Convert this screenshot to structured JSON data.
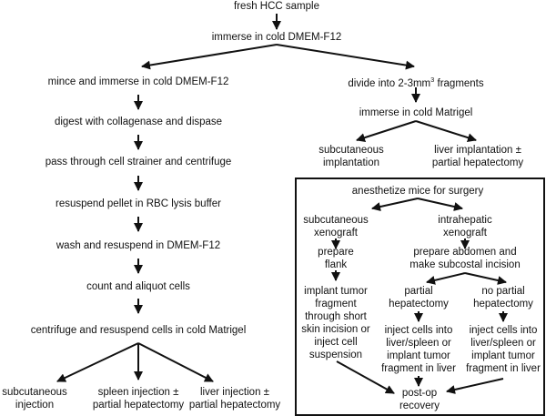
{
  "diagram": {
    "type": "flowchart",
    "title": "",
    "top": {
      "start": "fresh HCC sample",
      "step2": "immerse in cold DMEM-F12"
    },
    "cell_branch": {
      "steps": [
        "mince and immerse in cold DMEM-F12",
        "digest with collagenase and dispase",
        "pass through cell strainer and centrifuge",
        "resuspend pellet in RBC lysis buffer",
        "wash and resuspend in DMEM-F12",
        "count and aliquot cells",
        "centrifuge and resuspend cells in cold Matrigel"
      ],
      "outcomes": [
        {
          "line1": "subcutaneous",
          "line2": "injection"
        },
        {
          "line1": "spleen injection ±",
          "line2": "partial hepatectomy"
        },
        {
          "line1": "liver injection ±",
          "line2": "partial hepatectomy"
        }
      ]
    },
    "fragment_branch": {
      "step1_pre": "divide into 2-3mm",
      "step1_sup": "3",
      "step1_post": " fragments",
      "step2": "immerse in cold Matrigel",
      "outcomes": [
        {
          "line1": "subcutaneous",
          "line2": "implantation"
        },
        {
          "line1": "liver implantation ±",
          "line2": "partial hepatectomy"
        }
      ]
    },
    "surgery_box": {
      "start": "anesthetize mice for surgery",
      "subcutaneous": {
        "title": [
          "subcutaneous",
          "xenograft"
        ],
        "prepare": [
          "prepare",
          "flank"
        ],
        "implant": [
          "implant tumor",
          "fragment",
          "through short",
          "skin incision or",
          "inject cell",
          "suspension"
        ]
      },
      "intrahepatic": {
        "title": [
          "intrahepatic",
          "xenograft"
        ],
        "prepare": [
          "prepare abdomen and",
          "make subcostal incision"
        ],
        "partial": {
          "title": [
            "partial",
            "hepatectomy"
          ],
          "action": [
            "inject cells into",
            "liver/spleen or",
            "implant tumor",
            "fragment in liver"
          ]
        },
        "no_partial": {
          "title": [
            "no partial",
            "hepatectomy"
          ],
          "action": [
            "inject cells into",
            "liver/spleen or",
            "implant tumor",
            "fragment in liver"
          ]
        }
      },
      "end": [
        "post-op",
        "recovery"
      ]
    }
  }
}
